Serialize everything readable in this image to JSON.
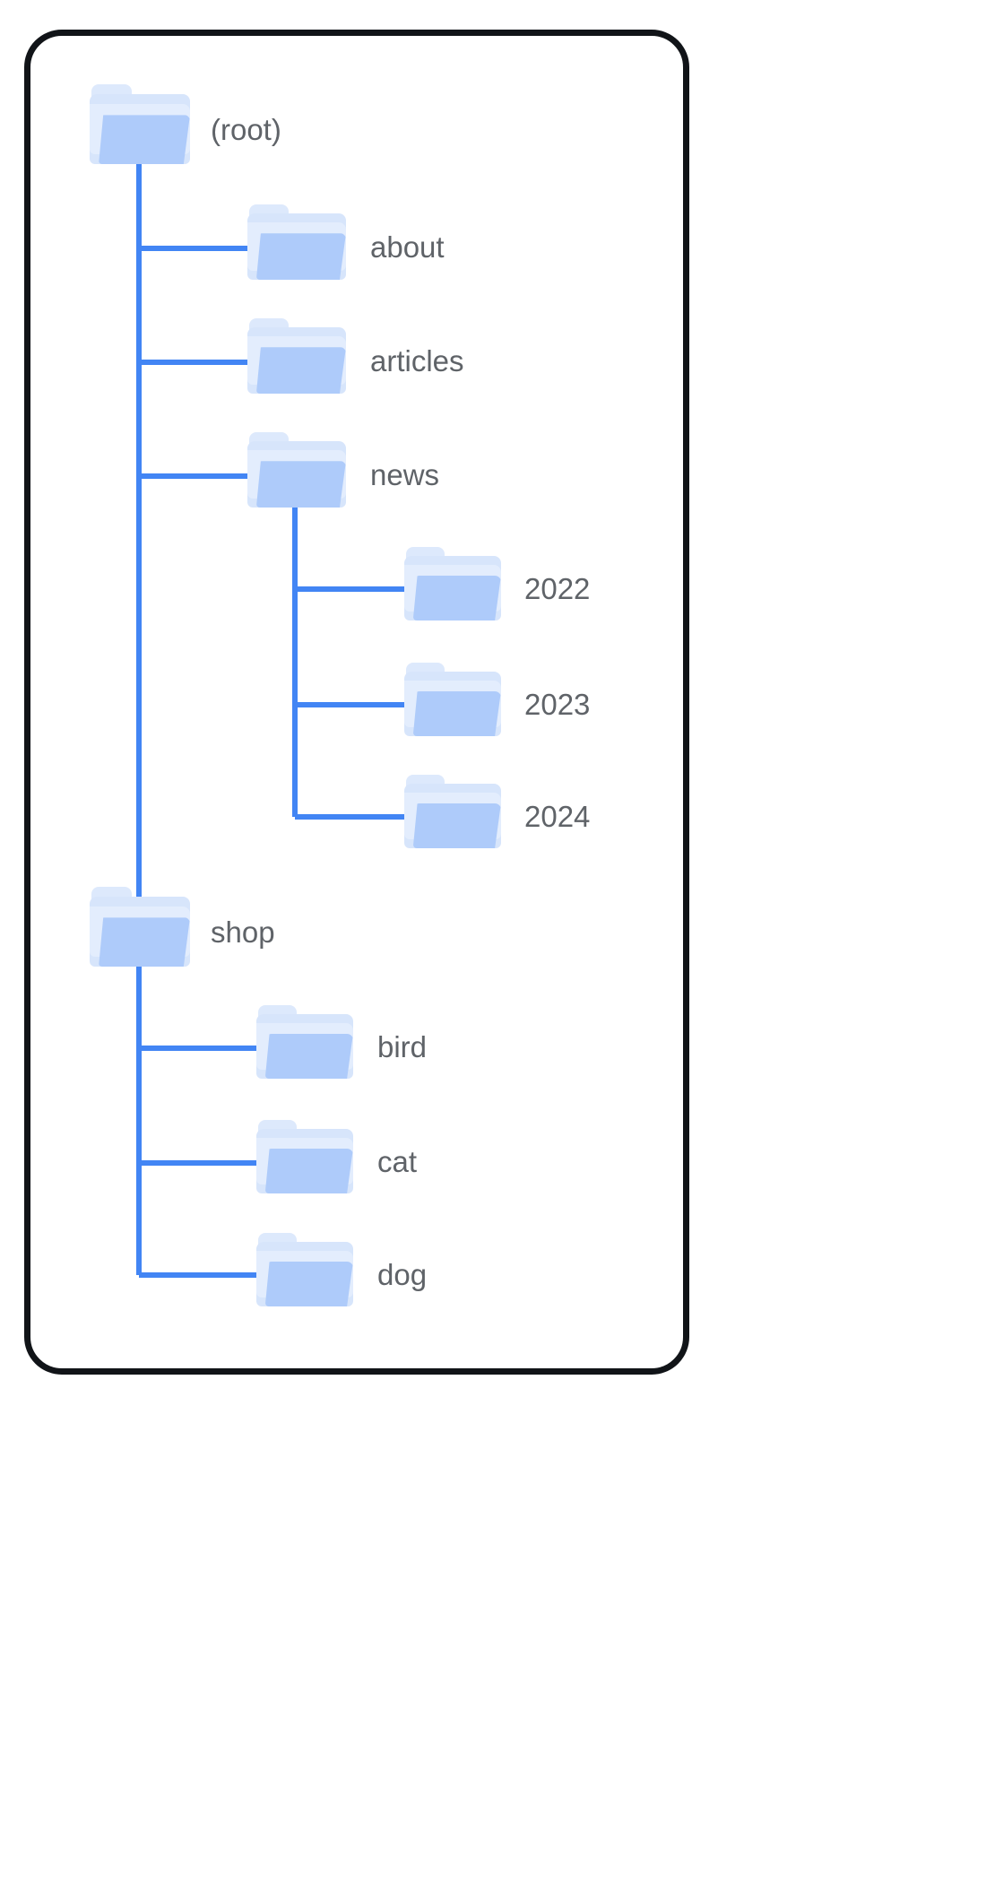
{
  "card": {
    "border_color": "#111418",
    "background": "#ffffff"
  },
  "theme": {
    "connector_color": "#4285f4",
    "folder_front": "#aecbfa",
    "folder_back": "#d7e5fb",
    "folder_mid": "#e3edfd",
    "label_color": "#5f6368"
  },
  "tree": {
    "root": {
      "label": "(root)",
      "icon": "folder-icon"
    },
    "nodes": [
      {
        "id": "about",
        "label": "about",
        "icon": "folder-icon",
        "depth": 1
      },
      {
        "id": "articles",
        "label": "articles",
        "icon": "folder-icon",
        "depth": 1
      },
      {
        "id": "news",
        "label": "news",
        "icon": "folder-icon",
        "depth": 1
      },
      {
        "id": "2022",
        "label": "2022",
        "icon": "folder-icon",
        "depth": 2,
        "parent": "news"
      },
      {
        "id": "2023",
        "label": "2023",
        "icon": "folder-icon",
        "depth": 2,
        "parent": "news"
      },
      {
        "id": "2024",
        "label": "2024",
        "icon": "folder-icon",
        "depth": 2,
        "parent": "news"
      },
      {
        "id": "shop",
        "label": "shop",
        "icon": "folder-icon",
        "depth": 1
      },
      {
        "id": "bird",
        "label": "bird",
        "icon": "folder-icon",
        "depth": 2,
        "parent": "shop"
      },
      {
        "id": "cat",
        "label": "cat",
        "icon": "folder-icon",
        "depth": 2,
        "parent": "shop"
      },
      {
        "id": "dog",
        "label": "dog",
        "icon": "folder-icon",
        "depth": 2,
        "parent": "shop"
      }
    ]
  }
}
